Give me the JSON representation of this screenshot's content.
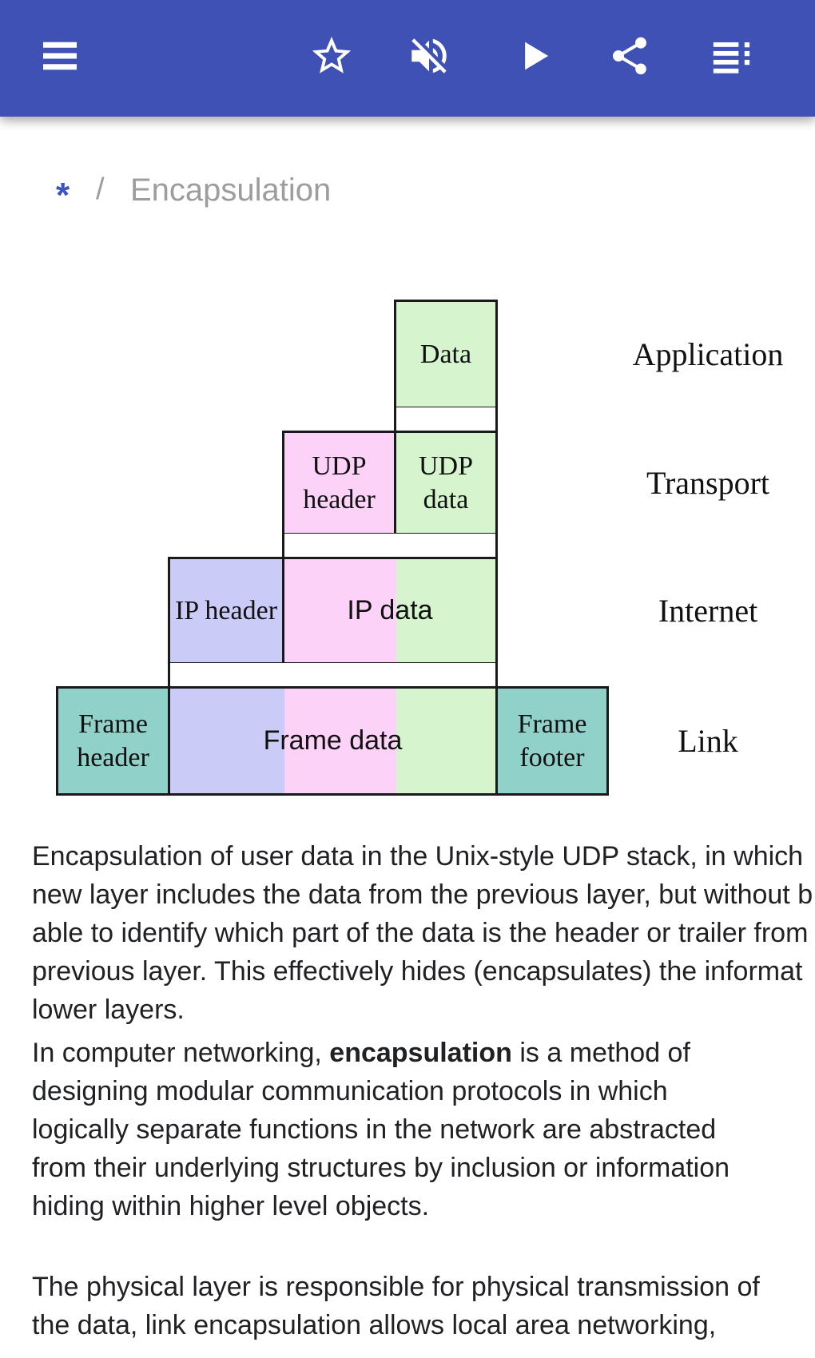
{
  "toolbar": {
    "color": "#3F51B5",
    "icon_color": "#ffffff",
    "icons": [
      {
        "name": "menu-icon"
      },
      {
        "name": "star-icon"
      },
      {
        "name": "volume-off-icon"
      },
      {
        "name": "play-icon"
      },
      {
        "name": "share-icon"
      },
      {
        "name": "toc-icon"
      }
    ]
  },
  "breadcrumb": {
    "root": "*",
    "separator": "/",
    "current": "Encapsulation"
  },
  "diagram": {
    "rows": [
      {
        "layer": "Application",
        "boxes": [
          "Data"
        ]
      },
      {
        "layer": "Transport",
        "boxes": [
          "UDP header",
          "UDP data"
        ]
      },
      {
        "layer": "Internet",
        "boxes": [
          "IP header",
          "IP data"
        ]
      },
      {
        "layer": "Link",
        "boxes": [
          "Frame header",
          "Frame data",
          "Frame footer"
        ]
      }
    ],
    "colors": {
      "green": "#d6f5ce",
      "pink": "#fcd2f8",
      "lavender": "#cbcbf8",
      "teal": "#90d2ca",
      "border": "#1a1a1a"
    }
  },
  "caption": {
    "lines": [
      "Encapsulation of user data in the Unix-style UDP stack, in which",
      "new layer includes the data from the previous layer, but without b",
      "able to identify which part of the data is the header or trailer from",
      "previous layer. This effectively hides (encapsulates) the informat",
      "lower layers."
    ]
  },
  "intro": {
    "line1_pre": "In computer networking, ",
    "line1_bold": "encapsulation",
    "line1_post": " is a method of",
    "rest_lines": [
      "designing modular communication protocols in which",
      "logically separate functions in the network are abstracted",
      "from their underlying structures by inclusion or information",
      "hiding within higher level objects."
    ]
  },
  "physical": {
    "lines": [
      "The physical layer is responsible for physical transmission of",
      "the data, link encapsulation allows local area networking,"
    ]
  }
}
